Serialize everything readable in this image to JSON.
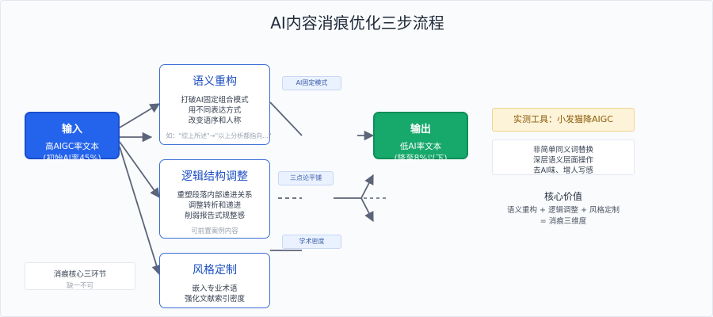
{
  "title": "AI内容消痕优化三步流程",
  "input": {
    "heading": "输入",
    "line1": "高AIGC率文本",
    "line2": "(初始AI率45%)"
  },
  "output": {
    "heading": "输出",
    "line1": "低AI率文本",
    "line2": "(降至8%以下)"
  },
  "steps": [
    {
      "heading": "语义重构",
      "lines": [
        "打破AI固定组合模式",
        "用不同表达方式",
        "改变语序和人称"
      ]
    },
    {
      "heading": "逻辑结构调整",
      "lines": [
        "重塑段落内部递进关系",
        "调整转折和递进",
        "削弱报告式规整感"
      ],
      "hint": "可前置案例内容"
    },
    {
      "heading": "风格定制",
      "lines": [
        "嵌入专业术语",
        "强化文献索引密度"
      ]
    }
  ],
  "step1_annotation": "如：\"综上所述\"→\"以上分析都指向...\"",
  "tags": [
    "AI固定模式",
    "三点论平铺",
    "学术密度"
  ],
  "tool": "实测工具：小发猫降AIGC",
  "operations": [
    "非简单同义词替换",
    "深层语义层面操作",
    "去AI味、增人写感"
  ],
  "core": {
    "heading": "核心价值",
    "line1": "语义重构 + 逻辑调整 + 风格定制",
    "line2": "= 消痕三维度"
  },
  "note": {
    "line1": "消痕核心三环节",
    "line2": "缺一不可"
  },
  "colors": {
    "input": "#2463eb",
    "output": "#17a86b",
    "step_border": "#3b6fd6",
    "connector": "#5b6478",
    "tool_bg": "#fdf3d9"
  }
}
